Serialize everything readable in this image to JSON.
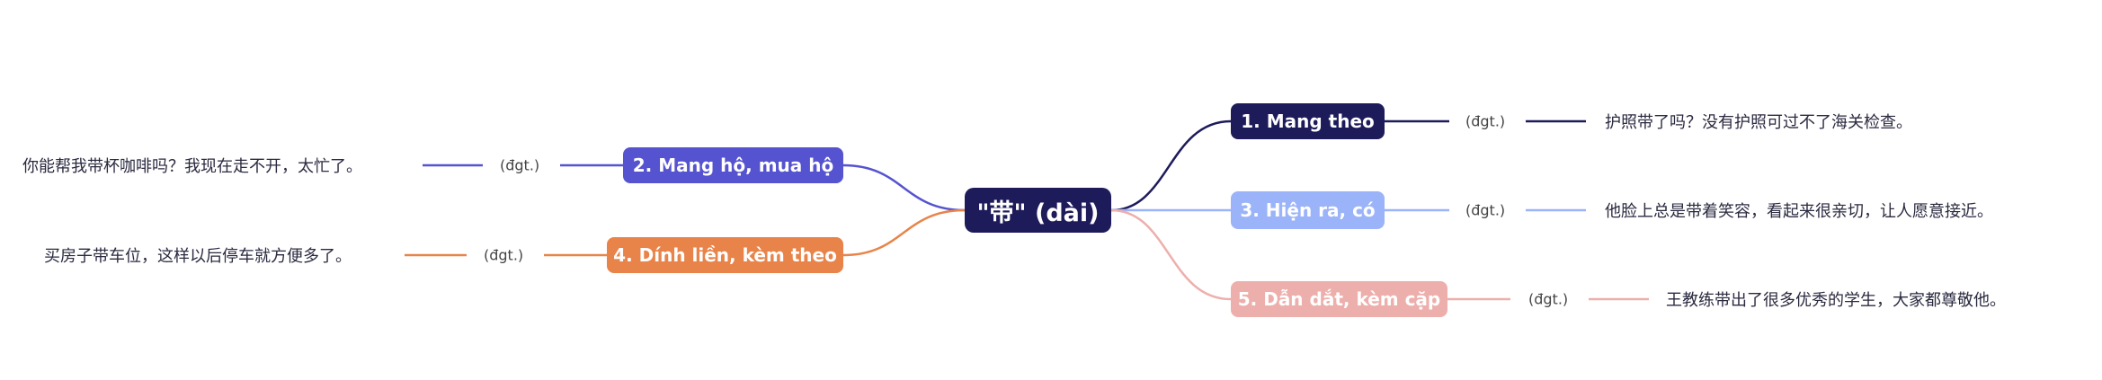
{
  "root": {
    "label": "\"带\" (dài)",
    "color": "#1e1b5b"
  },
  "branches": [
    {
      "label": "1. Mang theo",
      "tag": "(đgt.)",
      "example": "护照带了吗？没有护照可过不了海关检查。",
      "color": "#1e1b5b",
      "text_color": "#ffffff"
    },
    {
      "label": "2. Mang hộ, mua hộ",
      "tag": "(đgt.)",
      "example": "你能帮我带杯咖啡吗？我现在走不开，太忙了。",
      "color": "#5553cf",
      "text_color": "#ffffff"
    },
    {
      "label": "3. Hiện ra, có",
      "tag": "(đgt.)",
      "example": "他脸上总是带着笑容，看起来很亲切，让人愿意接近。",
      "color": "#9bb3f8",
      "text_color": "#ffffff"
    },
    {
      "label": "4. Dính liền, kèm theo",
      "tag": "(đgt.)",
      "example": "买房子带车位，这样以后停车就方便多了。",
      "color": "#e8844a",
      "text_color": "#ffffff"
    },
    {
      "label": "5. Dẫn dắt, kèm cặp",
      "tag": "(đgt.)",
      "example": "王教练带出了很多优秀的学生，大家都尊敬他。",
      "color": "#edafac",
      "text_color": "#ffffff"
    }
  ]
}
